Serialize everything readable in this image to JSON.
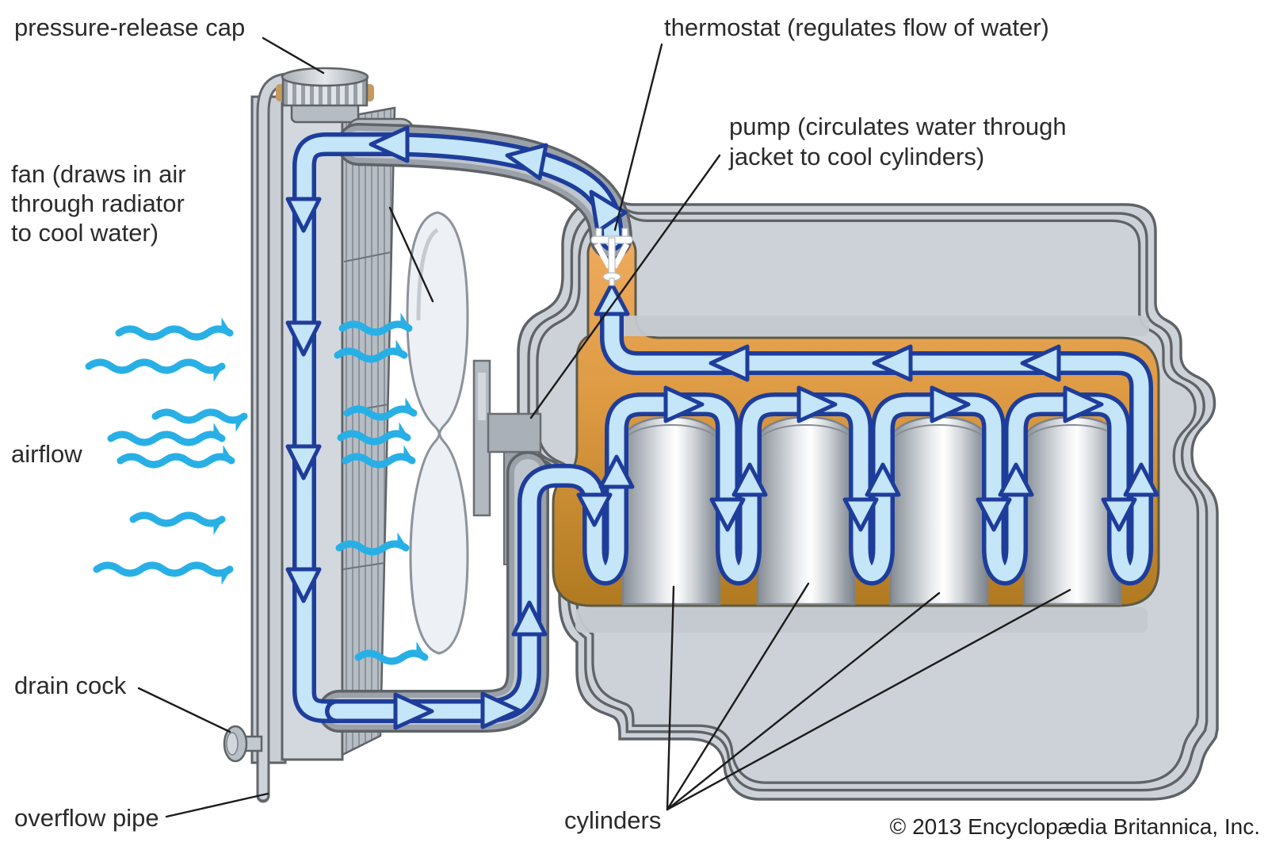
{
  "labels": {
    "pressure_release_cap": "pressure-release cap",
    "thermostat": "thermostat (regulates flow of water)",
    "pump_line1": "pump (circulates water through",
    "pump_line2": "jacket to cool cylinders)",
    "fan_line1": "fan (draws in air",
    "fan_line2": "through radiator",
    "fan_line3": "to cool water)",
    "airflow": "airflow",
    "drain_cock": "drain cock",
    "overflow_pipe": "overflow pipe",
    "cylinders": "cylinders",
    "copyright": "© 2013 Encyclopædia Britannica, Inc."
  },
  "colors": {
    "background": "#ffffff",
    "label_text": "#2b2b2b",
    "leader_line": "#1b1b1b",
    "airflow_arrow": "#28b0e6",
    "coolant_fill": "#c5e5f8",
    "coolant_outline": "#1e3d9b",
    "water_jacket_top": "#eeaa5e",
    "water_jacket_bottom": "#b47c21",
    "engine_outer": "#ccd2d8",
    "engine_inner": "#a8afb8",
    "metal_outline": "#5f6367",
    "fan_blade": "#edf0f4",
    "hose": "#b6bcc3",
    "thermostat_icon": "#ffffff",
    "cylinder_count": 4
  }
}
